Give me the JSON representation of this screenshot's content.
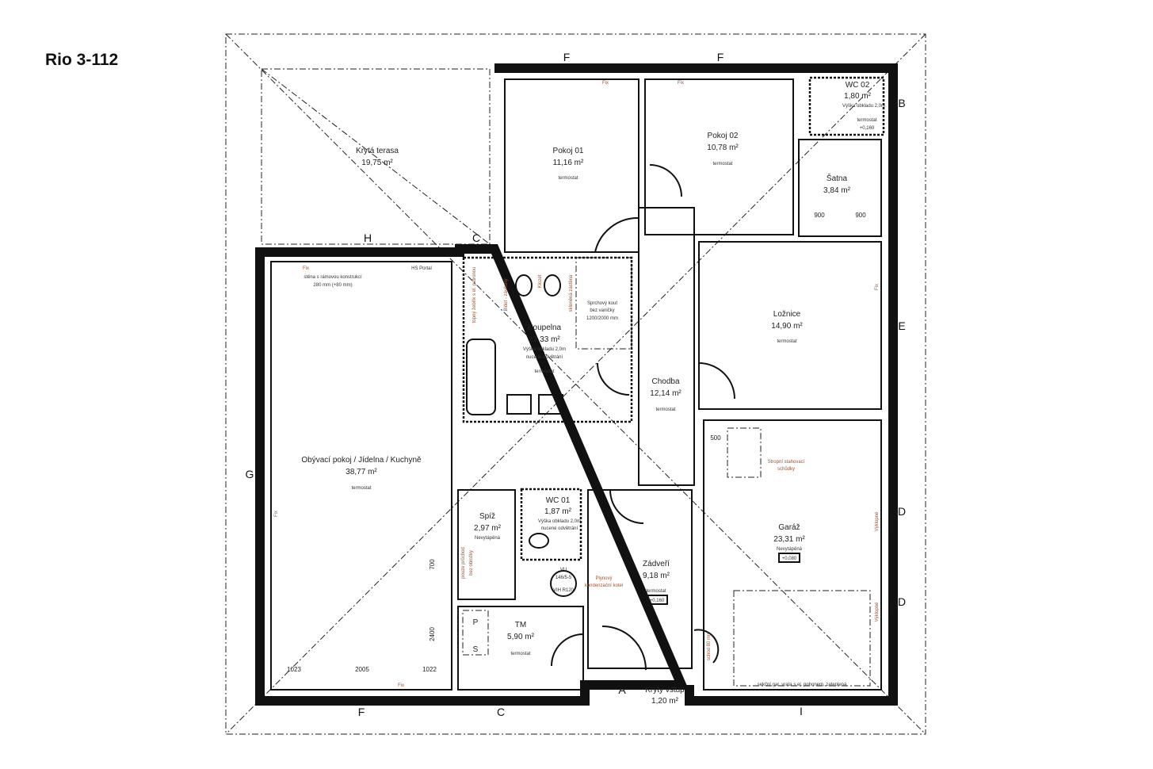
{
  "title": "Rio 3-112",
  "rooms": {
    "terasa": {
      "name": "Krytá terasa",
      "area": "19,75 m²"
    },
    "pokoj01": {
      "name": "Pokoj 01",
      "area": "11,16 m²",
      "note": "termostat"
    },
    "pokoj02": {
      "name": "Pokoj 02",
      "area": "10,78 m²",
      "note": "termostat"
    },
    "wc02": {
      "name": "WC 02",
      "area": "1,80 m²",
      "note1": "Výška obkladu 2,0m",
      "note2": "termostat",
      "level": "+0,160"
    },
    "satna": {
      "name": "Šatna",
      "area": "3,84 m²",
      "dim1": "900",
      "dim2": "900"
    },
    "loznice": {
      "name": "Ložnice",
      "area": "14,90 m²",
      "note": "termostat"
    },
    "koupelna": {
      "name": "Koupelna",
      "area": "12,33 m²",
      "note1": "Výška obkladu 2,0m",
      "note2": "nucené odvětrání",
      "note3": "termostat",
      "bidet": "Bidet - závěsný",
      "klozet": "Klozet",
      "radiator": "topný žebřík s el. patronou",
      "sprcha1": "Sprchový kout",
      "sprcha2": "bez vaničky",
      "sprcha3": "1200/2000 mm",
      "sklo": "skleněná zástěna"
    },
    "chodba": {
      "name": "Chodba",
      "area": "12,14 m²",
      "note": "termostat"
    },
    "obyvaci": {
      "name": "Obývací pokoj / Jídelna / Kuchyně",
      "area": "38,77 m²",
      "note": "termostat",
      "fix1": "Fix",
      "wall1": "stěna s rámovou konstrukcí",
      "wall2": "280 mm (+80 mm)",
      "hs": "HS Portal",
      "fix2": "Fix",
      "fix3": "Fix",
      "dim1": "1023",
      "dim2": "2005",
      "dim3": "1022",
      "dim4": "700",
      "dim5": "2400",
      "pass1": "pouze průchod",
      "pass2": "bez obložky"
    },
    "garaz": {
      "name": "Garáž",
      "area": "23,31 m²",
      "note": "Nevytápěná",
      "level": "+0,080",
      "dim": "500",
      "stairs1": "Stropní stahovací",
      "stairs2": "schůdky",
      "gate": "sekční gar. vrata s el. pohonem, zateplená",
      "step": "schod 80 mm",
      "win1": "Výklopné",
      "win2": "Výklopné"
    },
    "spiz": {
      "name": "Spíž",
      "area": "2,97 m²",
      "note": "Nevytápěná"
    },
    "wc01": {
      "name": "WC 01",
      "area": "1,87 m²",
      "note1": "Výška obkladu 2,0m",
      "note2": "nucené odvětrání"
    },
    "tm": {
      "name": "TM",
      "area": "5,90 m²",
      "note": "termostat",
      "p": "P",
      "s": "S",
      "vu1": "VU",
      "vu2": "146/5-5",
      "vu3": "VIH R120",
      "kotel1": "Plynový",
      "kotel2": "kondenzační kotel"
    },
    "zadveri": {
      "name": "Zádveří",
      "area": "9,18 m²",
      "note": "termostat",
      "level": "+0,160"
    },
    "vstup": {
      "name": "Krytý vstup",
      "area": "1,20 m²"
    }
  },
  "window_marks": {
    "f1": "F",
    "f2": "F",
    "b": "B",
    "e": "E",
    "d1": "D",
    "d2": "D",
    "i": "I",
    "a": "A",
    "c1": "C",
    "f3": "F",
    "g": "G",
    "h": "H",
    "c2": "C",
    "fix_p1": "Fix",
    "fix_p2": "Fix",
    "fix_l": "Fix"
  }
}
